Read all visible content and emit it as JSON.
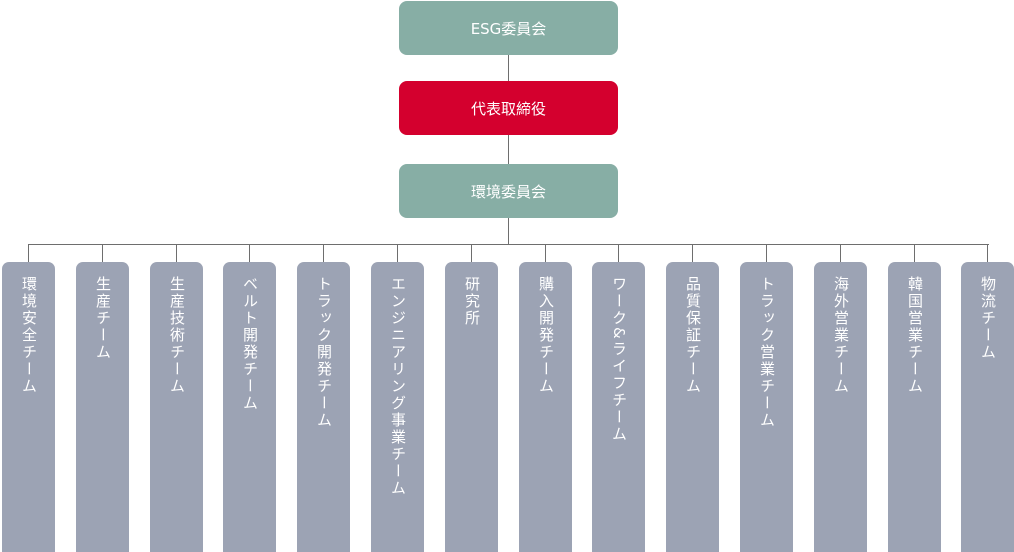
{
  "colors": {
    "committee": "#87aea5",
    "ceo": "#d4002e",
    "team": "#9ca3b4",
    "line": "#6e6e6e"
  },
  "top": {
    "esg": "ESG委員会",
    "ceo": "代表取締役",
    "env": "環境委員会"
  },
  "teams": [
    "環境安全チーム",
    "生産チーム",
    "生産技術チーム",
    "ベルト開発チーム",
    "トラック開発チーム",
    "エンジニアリング事業チーム",
    "研究所",
    "購入開発チーム",
    "ワーク&ライフチーム",
    "品質保証チーム",
    "トラック営業チーム",
    "海外営業チーム",
    "韓国営業チーム",
    "物流チーム"
  ]
}
